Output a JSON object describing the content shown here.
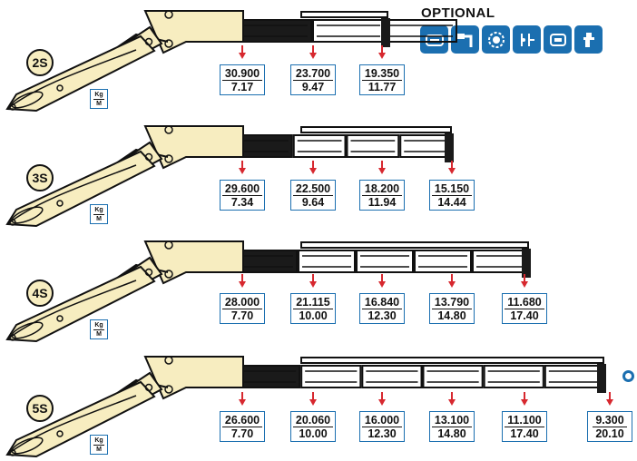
{
  "optional": {
    "title": "OPTIONAL",
    "icons": [
      "radio-remote-icon",
      "winch-icon",
      "rotator-icon",
      "hydraulic-valve-icon",
      "control-unit-icon",
      "seat-icon"
    ]
  },
  "unit": {
    "top": "Kg",
    "bottom": "M"
  },
  "colors": {
    "boom": "#f7edc0",
    "outline": "#111111",
    "accent": "#1b6fb0",
    "arrow": "#d7282f"
  },
  "rows": [
    {
      "label": "2S",
      "values": [
        {
          "kg": "30.900",
          "m": "7.17"
        },
        {
          "kg": "23.700",
          "m": "9.47"
        },
        {
          "kg": "19.350",
          "m": "11.77"
        }
      ]
    },
    {
      "label": "3S",
      "values": [
        {
          "kg": "29.600",
          "m": "7.34"
        },
        {
          "kg": "22.500",
          "m": "9.64"
        },
        {
          "kg": "18.200",
          "m": "11.94"
        },
        {
          "kg": "15.150",
          "m": "14.44"
        }
      ]
    },
    {
      "label": "4S",
      "values": [
        {
          "kg": "28.000",
          "m": "7.70"
        },
        {
          "kg": "21.115",
          "m": "10.00"
        },
        {
          "kg": "16.840",
          "m": "12.30"
        },
        {
          "kg": "13.790",
          "m": "14.80"
        },
        {
          "kg": "11.680",
          "m": "17.40"
        }
      ]
    },
    {
      "label": "5S",
      "values": [
        {
          "kg": "26.600",
          "m": "7.70"
        },
        {
          "kg": "20.060",
          "m": "10.00"
        },
        {
          "kg": "16.000",
          "m": "12.30"
        },
        {
          "kg": "13.100",
          "m": "14.80"
        },
        {
          "kg": "11.100",
          "m": "17.40"
        },
        {
          "kg": "9.300",
          "m": "20.10"
        }
      ]
    }
  ]
}
